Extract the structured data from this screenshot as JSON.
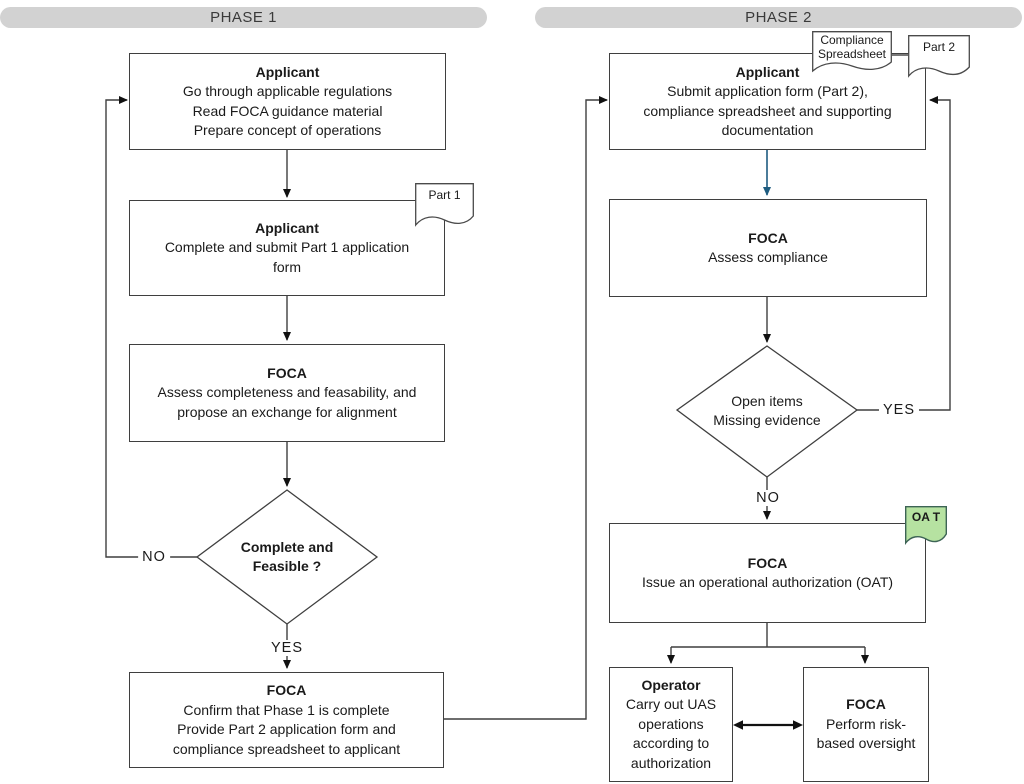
{
  "colors": {
    "accent_blue": "#1e5c80",
    "oat_green": "#b6e2a1",
    "pill_gray": "#d2d2d2"
  },
  "phase1": {
    "label": "PHASE 1",
    "applicant_prepare": {
      "title": "Applicant",
      "body": "Go through applicable regulations\nRead FOCA guidance material\nPrepare concept of operations"
    },
    "applicant_part1": {
      "title": "Applicant",
      "body": "Complete and submit Part 1 application\nform"
    },
    "foca_assess": {
      "title": "FOCA",
      "body": "Assess completeness and feasability, and\npropose an exchange for alignment"
    },
    "decision": {
      "label": "Complete and\nFeasible ?",
      "yes": "YES",
      "no": "NO"
    },
    "foca_confirm": {
      "title": "FOCA",
      "body": "Confirm that Phase 1 is complete\nProvide Part 2 application form and\ncompliance spreadsheet to applicant"
    },
    "doc_part1": "Part 1"
  },
  "phase2": {
    "label": "PHASE 2",
    "applicant_submit": {
      "title": "Applicant",
      "body": "Submit application form (Part 2),\ncompliance spreadsheet and supporting\ndocumentation"
    },
    "foca_compliance": {
      "title": "FOCA",
      "body": "Assess compliance"
    },
    "decision": {
      "label": "Open items\nMissing evidence",
      "yes": "YES",
      "no": "NO"
    },
    "foca_issue": {
      "title": "FOCA",
      "body": "Issue an operational authorization (OAT)"
    },
    "operator": {
      "title": "Operator",
      "body": "Carry out UAS\noperations\naccording to\nauthorization"
    },
    "foca_oversight": {
      "title": "FOCA",
      "body": "Perform risk-\nbased oversight"
    },
    "doc_compliance": "Compliance\nSpreadsheet",
    "doc_part2": "Part 2",
    "doc_oat": "OA T"
  }
}
